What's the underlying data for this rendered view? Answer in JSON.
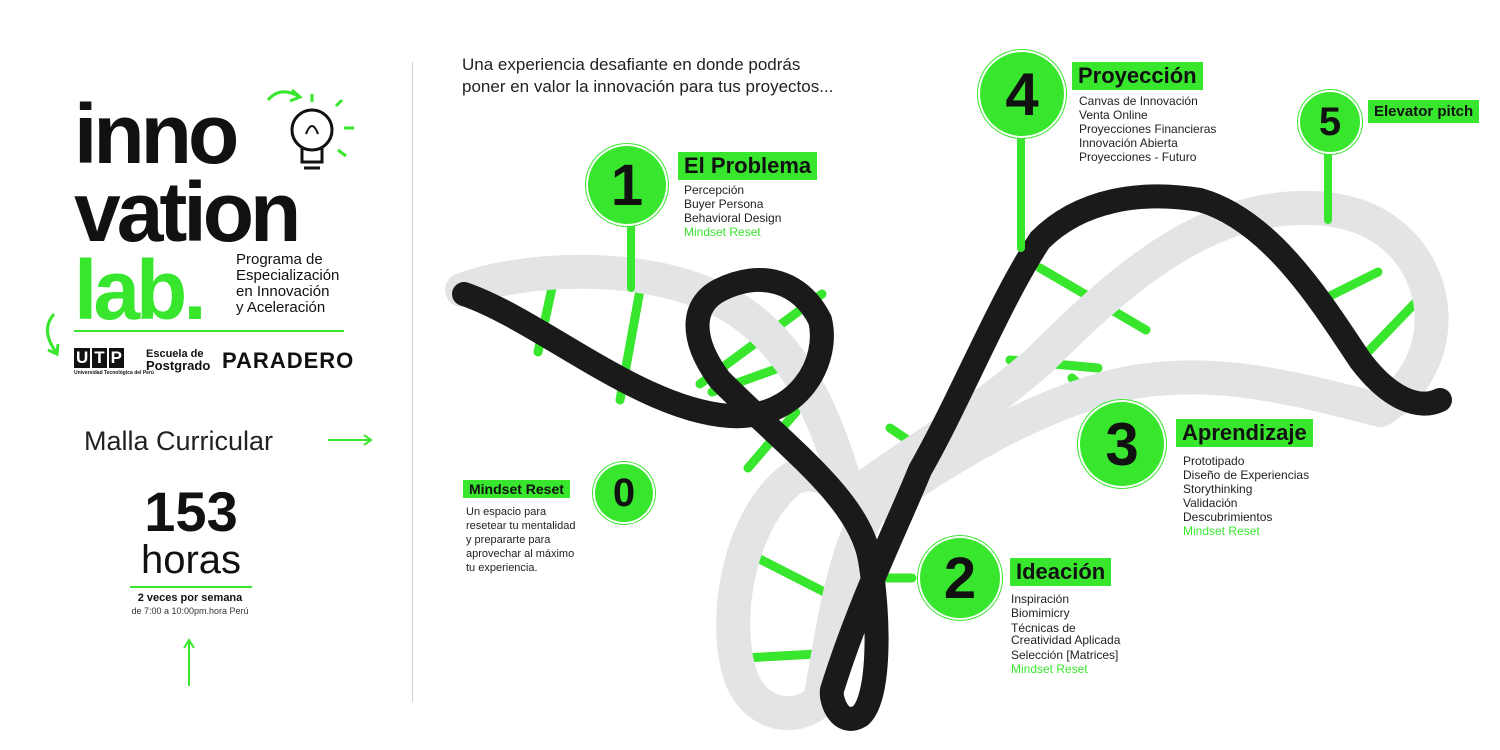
{
  "logo": {
    "line1": "inno",
    "line2": "vation",
    "line3": "lab",
    "dot": ".",
    "tagline": [
      "Programa de",
      "Especialización",
      "en Innovación",
      "y Aceleración"
    ]
  },
  "partners": {
    "utp_letters": [
      "U",
      "T",
      "P"
    ],
    "utp_sub": "Universidad Tecnológica del Perú",
    "escuela": [
      "Escuela de",
      "Postgrado"
    ],
    "paradero": "PARADERO"
  },
  "malla": {
    "label": "Malla Curricular"
  },
  "hours": {
    "number": "153",
    "unit": "horas",
    "frequency": "2 veces por semana",
    "schedule": "de 7:00 a 10:00pm.hora Perú"
  },
  "intro": {
    "line1": "Una experiencia desafiante en donde podrás",
    "line2": "poner en valor la innovación para tus proyectos..."
  },
  "stages": [
    {
      "number": "0",
      "title": "Mindset Reset",
      "description": [
        "Un espacio para",
        "resetear tu mentalidad",
        "y prepararte para",
        "aprovechar al máximo",
        "tu experiencia."
      ]
    },
    {
      "number": "1",
      "title": "El Problema",
      "items": [
        "Percepción",
        "Buyer Persona",
        "Behavioral Design"
      ],
      "highlight": "Mindset Reset"
    },
    {
      "number": "2",
      "title": "Ideación",
      "items": [
        "Inspiración",
        "Biomimicry",
        "Técnicas de",
        "Creatividad Aplicada",
        "Selección [Matrices]"
      ],
      "highlight": "Mindset Reset"
    },
    {
      "number": "3",
      "title": "Aprendizaje",
      "items": [
        "Prototipado",
        "Diseño de Experiencias",
        "Storythinking",
        "Validación",
        "Descubrimientos"
      ],
      "highlight": "Mindset Reset"
    },
    {
      "number": "4",
      "title": "Proyección",
      "items": [
        "Canvas de Innovación",
        "Venta Online",
        "Proyecciones Financieras",
        "Innovación Abierta",
        "Proyecciones - Futuro"
      ]
    },
    {
      "number": "5",
      "title": "Elevator pitch"
    }
  ],
  "colors": {
    "accent": "#39e62e",
    "dark": "#111111",
    "helix_light": "#e2e4e6"
  }
}
